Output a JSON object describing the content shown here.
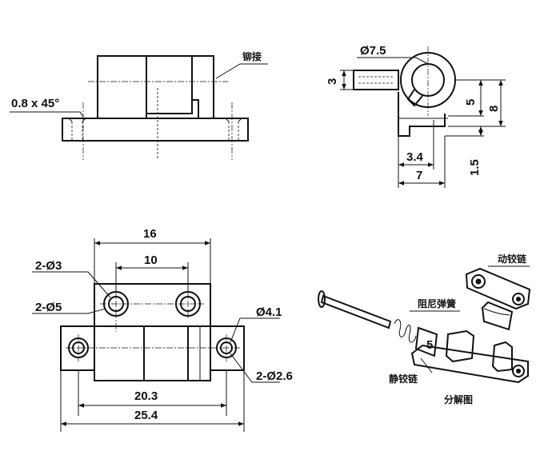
{
  "labels": {
    "riveted": "铆接",
    "chamfer": "0.8 x 45°",
    "pin_diameter": "Ø7.5",
    "dim_3": "3",
    "dim_5": "5",
    "dim_8": "8",
    "dim_1_5": "1.5",
    "dim_3_4": "3.4",
    "dim_7": "7",
    "dim_16": "16",
    "dim_10": "10",
    "hole_2_d3": "2-Ø3",
    "hole_2_d5": "2-Ø5",
    "hole_d4_1": "Ø4.1",
    "hole_2_d2_6": "2-Ø2.6",
    "dim_20_3": "20.3",
    "dim_25_4": "25.4",
    "moving_hinge": "动铰链",
    "damping_spring": "阻尼弹簧",
    "static_hinge": "静铰链",
    "exploded_view": "分解图"
  }
}
